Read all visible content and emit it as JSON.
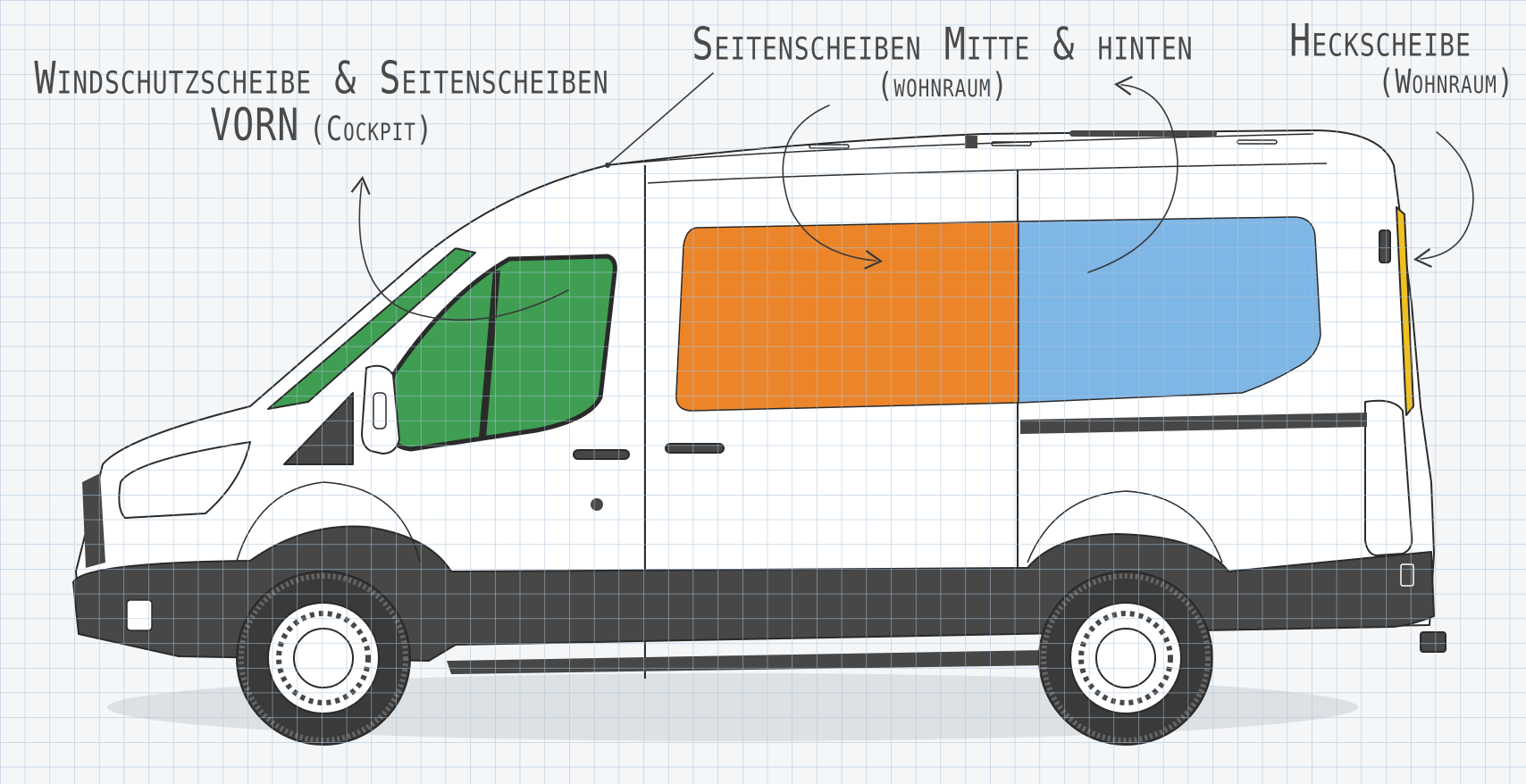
{
  "labels": {
    "cockpit_line1": "Windschutzscheibe & Seitenscheiben",
    "cockpit_line2": "VORN",
    "cockpit_line2_sub": "(Cockpit)",
    "middle_rear_line1": "Seitenscheiben Mitte & hinten",
    "middle_rear_line2": "(wohnraum)",
    "rear_line1": "Heckscheibe",
    "rear_line2": "(Wohnraum)"
  },
  "zones": [
    {
      "id": "cockpit",
      "color": "#3f9e52"
    },
    {
      "id": "middle",
      "color": "#ec852a"
    },
    {
      "id": "rear-side",
      "color": "#7eb6e6"
    },
    {
      "id": "tailgate",
      "color": "#f0c020"
    }
  ],
  "colors": {
    "paper": "#f4f6f8",
    "grid": "#a9c3da",
    "van_body": "#ffffff",
    "van_lower": "#474747",
    "outline": "#2a2a2a",
    "text": "#4a4a4a"
  },
  "icons": [
    "grid-paper-background",
    "van-side-view",
    "arrow-curved-icon"
  ]
}
